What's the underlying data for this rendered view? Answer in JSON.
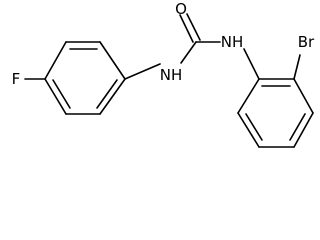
{
  "molecule": {
    "atoms": {
      "fluorine": "F",
      "oxygen": "O",
      "nh_left": "NH",
      "nh_right": "NH",
      "bromine": "Br"
    }
  }
}
